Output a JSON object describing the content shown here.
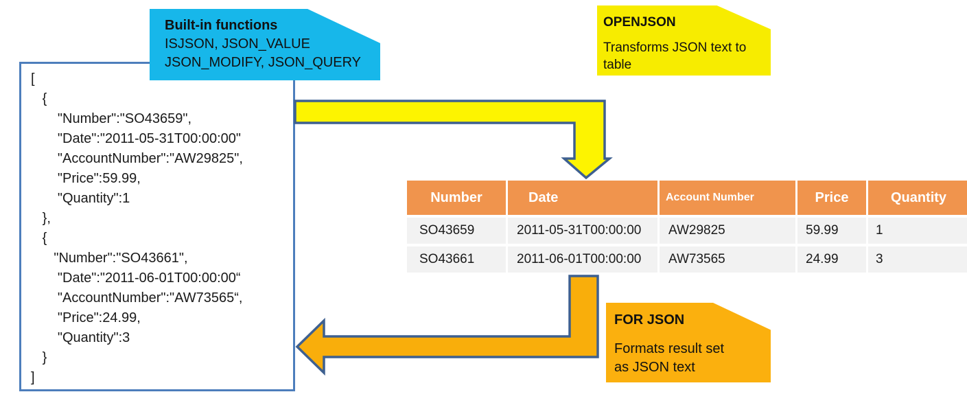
{
  "json_block": {
    "lines": [
      "[",
      "   {",
      "       \"Number\":\"SO43659\",",
      "       \"Date\":\"2011-05-31T00:00:00\"",
      "       \"AccountNumber\":\"AW29825\",",
      "       \"Price\":59.99,",
      "       \"Quantity\":1",
      "   },",
      "   {",
      "      \"Number\":\"SO43661\",",
      "       \"Date\":\"2011-06-01T00:00:00“",
      "       \"AccountNumber\":\"AW73565“,",
      "       \"Price\":24.99,",
      "       \"Quantity\":3",
      "   }",
      "]"
    ]
  },
  "callouts": {
    "builtin": {
      "title": "Built-in functions",
      "line1": "ISJSON, JSON_VALUE",
      "line2": "JSON_MODIFY, JSON_QUERY",
      "color": "#17b7ea"
    },
    "openjson": {
      "title": "OPENJSON",
      "body": "Transforms JSON text to\ntable",
      "color": "#f7ec00"
    },
    "forjson": {
      "title": "FOR JSON",
      "body": "Formats result set\nas JSON text",
      "color": "#fbb00e"
    }
  },
  "table": {
    "columns": [
      "Number",
      "Date",
      "Account Number",
      "Price",
      "Quantity"
    ],
    "rows": [
      {
        "cells": [
          "SO43659",
          "2011-05-31T00:00:00",
          "AW29825",
          "59.99",
          "1"
        ]
      },
      {
        "cells": [
          "SO43661",
          "2011-06-01T00:00:00",
          "AW73565",
          "24.99",
          "3"
        ]
      }
    ],
    "header_bg": "#f0944d",
    "row_bg": "#f2f2f2"
  },
  "arrows": {
    "openjson": {
      "fill": "#fdf400",
      "stroke": "#3e6090",
      "direction": "json-to-table"
    },
    "forjson": {
      "fill": "#f9ae0b",
      "stroke": "#3e6090",
      "direction": "table-to-json"
    }
  },
  "colors": {
    "json_block_border": "#4d7ebc",
    "background": "#ffffff"
  }
}
